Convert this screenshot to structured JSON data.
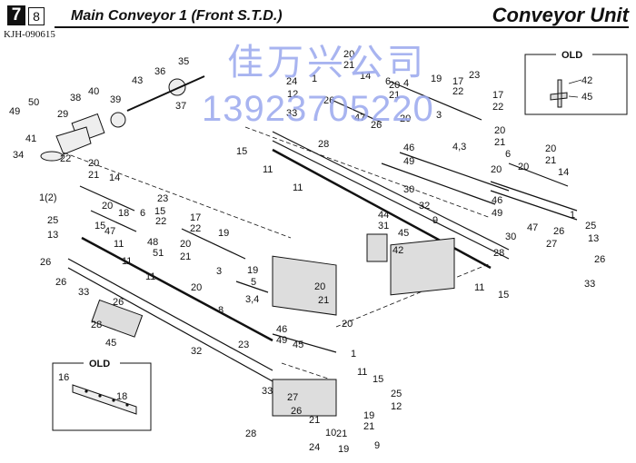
{
  "header": {
    "page_number": "7",
    "page_sub": "8",
    "title": "Main Conveyor 1 (Front S.T.D.)",
    "unit": "Conveyor Unit",
    "code": "KJH-090615"
  },
  "watermark": {
    "line1": "佳万兴公司",
    "line2": "13923705220"
  },
  "old_boxes": [
    "OLD",
    "OLD"
  ],
  "part_labels": [
    "7",
    "8",
    "1",
    "2",
    "3",
    "4",
    "5",
    "6",
    "9",
    "10",
    "11",
    "12",
    "13",
    "14",
    "15",
    "16",
    "17",
    "18",
    "19",
    "20",
    "21",
    "22",
    "23",
    "24",
    "25",
    "26",
    "27",
    "28",
    "29",
    "30",
    "31",
    "32",
    "33",
    "34",
    "35",
    "36",
    "37",
    "38",
    "39",
    "40",
    "41",
    "42",
    "43",
    "44",
    "45",
    "46",
    "47",
    "48",
    "49",
    "50",
    "51",
    "1(2)",
    "3,4",
    "4,3"
  ]
}
